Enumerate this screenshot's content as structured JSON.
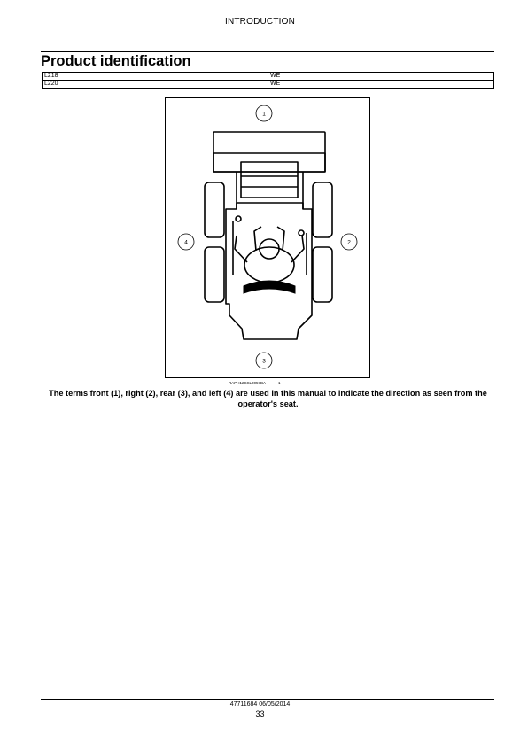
{
  "header": {
    "section": "INTRODUCTION"
  },
  "title": "Product identification",
  "models": [
    {
      "model": "L218",
      "region": "WE"
    },
    {
      "model": "L220",
      "region": "WE"
    }
  ],
  "figure": {
    "ref_code": "RAPH12SSL0057BA",
    "ref_number": "1",
    "callouts": {
      "front": "1",
      "right": "2",
      "rear": "3",
      "left": "4"
    }
  },
  "caption": "The terms front (1), right (2), rear (3), and left (4) are used in this manual to indicate the direction as seen from the operator's seat.",
  "footer": {
    "doc_code": "47711684 06/05/2014",
    "page_number": "33"
  }
}
